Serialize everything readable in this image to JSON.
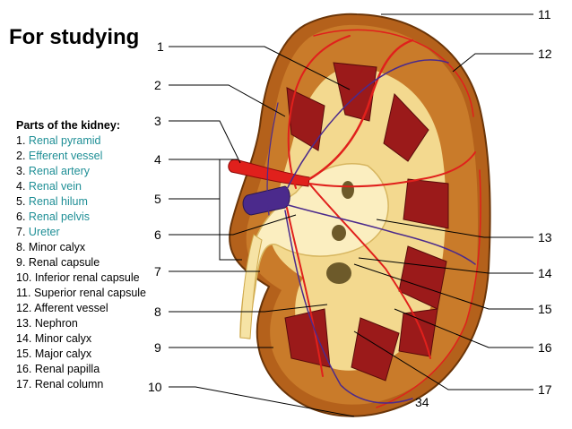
{
  "title": "For studying",
  "legend": {
    "heading": "Parts of the kidney:",
    "items": [
      {
        "num": "1.",
        "label": "Renal pyramid",
        "highlight": true
      },
      {
        "num": "2.",
        "label": "Efferent vessel",
        "highlight": true
      },
      {
        "num": "3.",
        "label": "Renal artery",
        "highlight": true
      },
      {
        "num": "4.",
        "label": "Renal vein",
        "highlight": true
      },
      {
        "num": "5.",
        "label": "Renal hilum",
        "highlight": true
      },
      {
        "num": "6.",
        "label": "Renal pelvis",
        "highlight": true
      },
      {
        "num": "7.",
        "label": "Ureter",
        "highlight": true
      },
      {
        "num": "8.",
        "label": "Minor calyx",
        "highlight": false
      },
      {
        "num": "9.",
        "label": "Renal capsule",
        "highlight": false
      },
      {
        "num": "10.",
        "label": "Inferior renal capsule",
        "highlight": false
      },
      {
        "num": "11.",
        "label": "Superior renal capsule",
        "highlight": false
      },
      {
        "num": "12.",
        "label": "Afferent vessel",
        "highlight": false
      },
      {
        "num": "13.",
        "label": "Nephron",
        "highlight": false
      },
      {
        "num": "14.",
        "label": "Minor calyx",
        "highlight": false
      },
      {
        "num": "15.",
        "label": "Major calyx",
        "highlight": false
      },
      {
        "num": "16.",
        "label": "Renal papilla",
        "highlight": false
      },
      {
        "num": "17.",
        "label": "Renal column",
        "highlight": false
      }
    ]
  },
  "callouts": {
    "c1": "1",
    "c2": "2",
    "c3": "3",
    "c4": "4",
    "c5": "5",
    "c6": "6",
    "c7": "7",
    "c8": "8",
    "c9": "9",
    "c10": "10",
    "c11": "11",
    "c12": "12",
    "c13": "13",
    "c14": "14",
    "c15": "15",
    "c16": "16",
    "c17": "17"
  },
  "slide_number": "34",
  "colors": {
    "capsule": "#b4611b",
    "cortex": "#c97b2a",
    "medulla": "#f3d98f",
    "pyramid": "#9b1a1a",
    "artery": "#e0201c",
    "vein": "#4b2a8c",
    "pelvis": "#fbeec0",
    "legend_highlight": "#1f8f96"
  }
}
